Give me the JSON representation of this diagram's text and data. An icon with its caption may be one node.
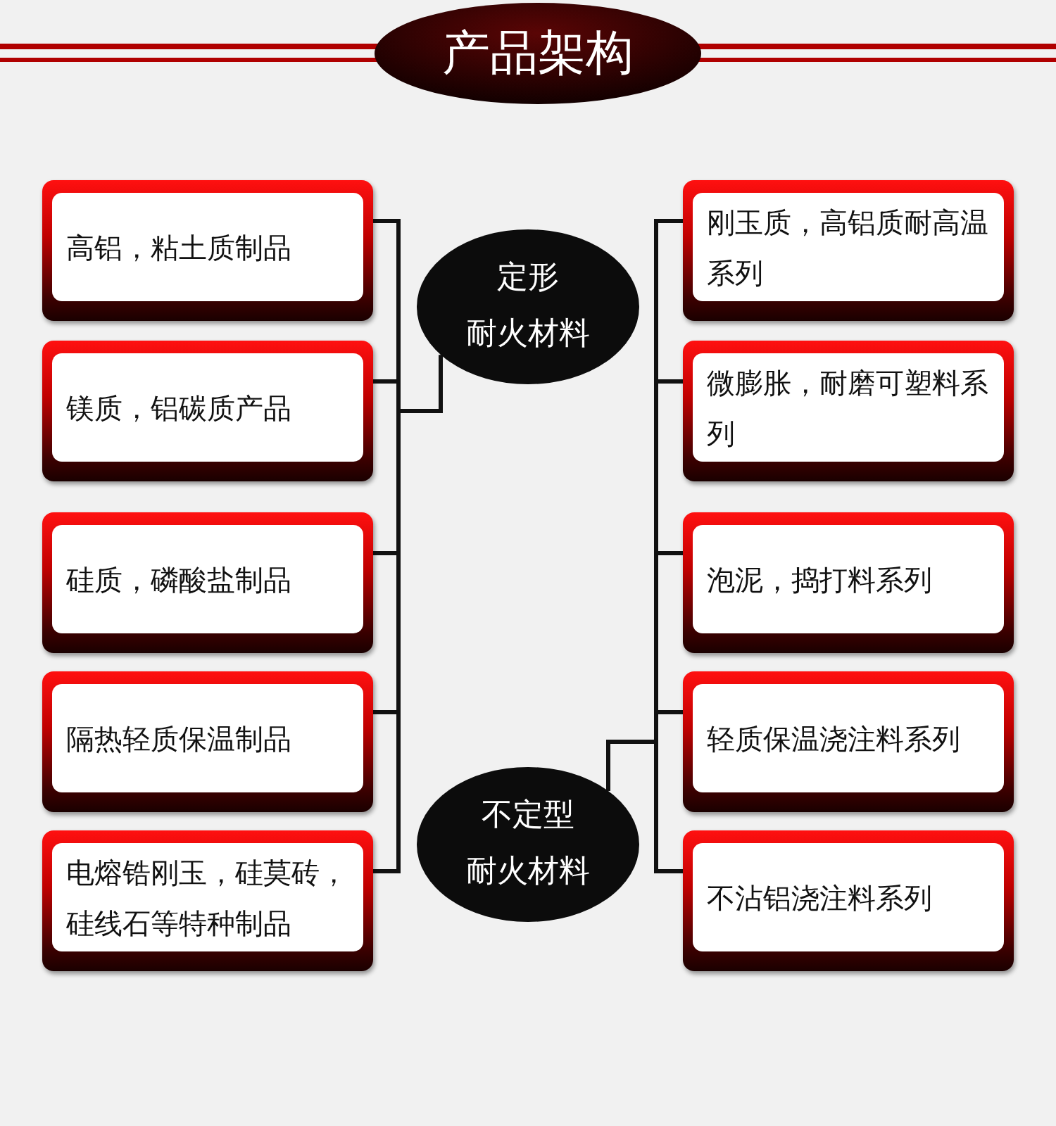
{
  "diagram": {
    "title": "产品架构",
    "nodes": [
      {
        "text": [
          "定形耐火材料"
        ]
      },
      {
        "text": [
          "不定型耐火材料"
        ]
      },
      {
        "text": [
          "高铝，粘土质制品"
        ]
      },
      {
        "text": [
          "镁质，铝碳质产品"
        ]
      },
      {
        "text": [
          "硅质，磷酸盐制品"
        ]
      },
      {
        "text": [
          "隔热轻质保温制品"
        ]
      },
      {
        "text": [
          "电熔锆刚玉，硅莫砖，硅线石等特种制品"
        ]
      },
      {
        "text": [
          "刚玉质，高铝质耐高温系列"
        ]
      },
      {
        "text": [
          "微膨胀，耐磨可塑料系列"
        ]
      },
      {
        "text": [
          "泡泥，捣打料系列"
        ]
      },
      {
        "text": [
          "轻质保温浇注料系列"
        ]
      },
      {
        "text": [
          "不沾铝浇注料系列"
        ]
      }
    ],
    "edges": [
      {
        "from": 0,
        "to": 2,
        "arrow": "none"
      },
      {
        "from": 0,
        "to": 3,
        "arrow": "none"
      },
      {
        "from": 0,
        "to": 4,
        "arrow": "none"
      },
      {
        "from": 0,
        "to": 5,
        "arrow": "none"
      },
      {
        "from": 0,
        "to": 6,
        "arrow": "none"
      },
      {
        "from": 1,
        "to": 7,
        "arrow": "none"
      },
      {
        "from": 1,
        "to": 8,
        "arrow": "none"
      },
      {
        "from": 1,
        "to": 9,
        "arrow": "none"
      },
      {
        "from": 1,
        "to": 10,
        "arrow": "none"
      },
      {
        "from": 1,
        "to": 11,
        "arrow": "none"
      }
    ]
  }
}
